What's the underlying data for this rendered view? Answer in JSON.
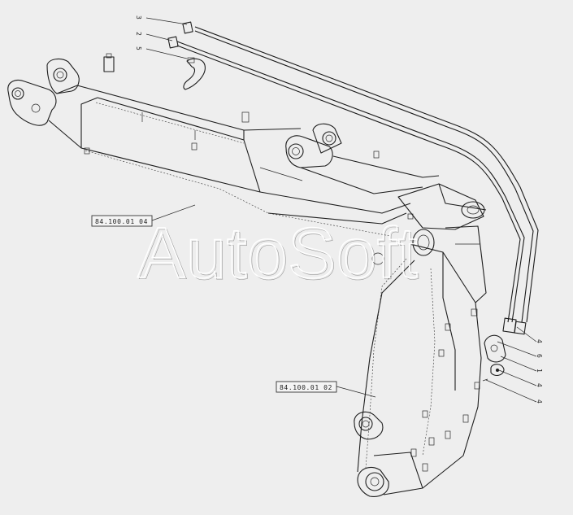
{
  "figure": {
    "assembly_refs": {
      "boom": "84.100.01 04",
      "arm": "84.100.01 02"
    },
    "callouts_top": [
      "3",
      "2",
      "5"
    ],
    "callouts_right": [
      "4",
      "6",
      "1",
      "4",
      "4"
    ],
    "watermark": "AutoSoft"
  }
}
